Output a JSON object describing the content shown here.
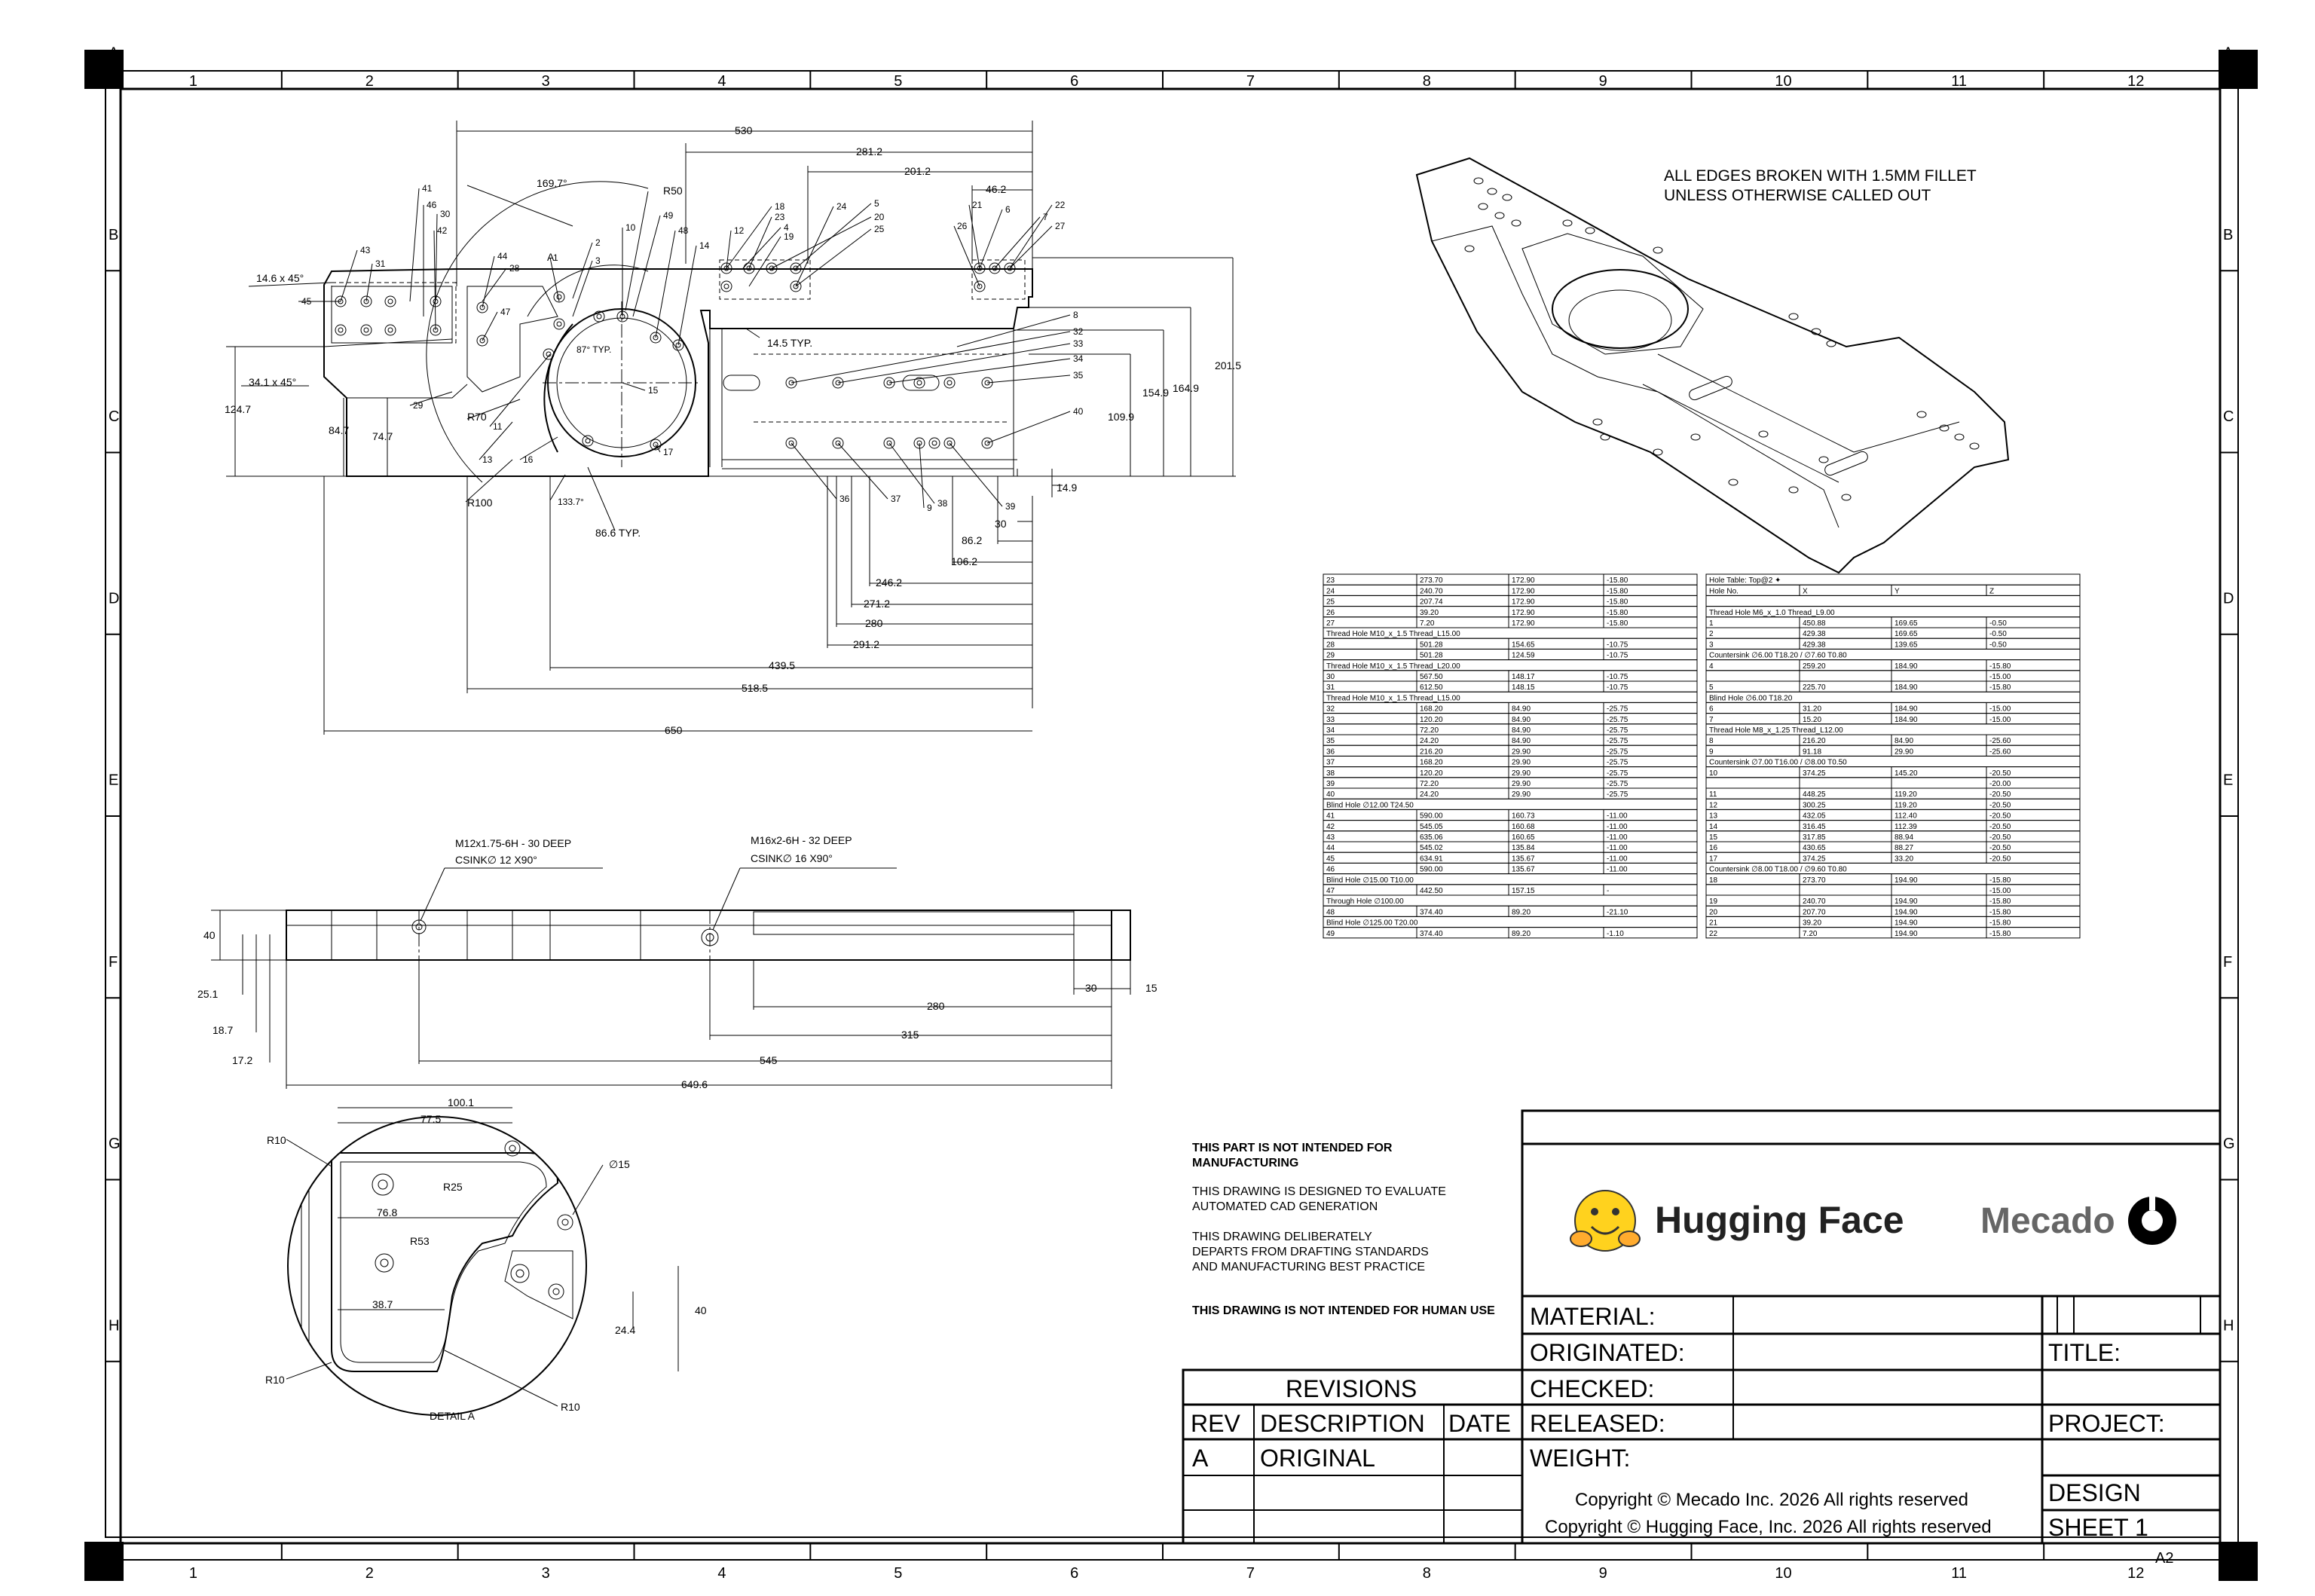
{
  "frame": {
    "col_labels": [
      "1",
      "2",
      "3",
      "4",
      "5",
      "6",
      "7",
      "8",
      "9",
      "10",
      "11",
      "12"
    ],
    "row_labels": [
      "A",
      "B",
      "C",
      "D",
      "E",
      "F",
      "G",
      "H"
    ]
  },
  "main_view": {
    "dims": {
      "d530": "530",
      "d281_2": "281.2",
      "d201_2": "201.2",
      "d46_2": "46.2",
      "d169_7": "169.7°",
      "dR50": "R50",
      "d14_6": "14.6  x  45°",
      "d34_1": "34.1  x  45°",
      "d124_7": "124.7",
      "d84_7": "84.7",
      "d74_7": "74.7",
      "dR70": "R70",
      "dR100": "R100",
      "d133_7": "133.7°",
      "d86_6": "86.6  TYP.",
      "d87": "87°  TYP.",
      "d14_5": "14.5  TYP.",
      "d109_9": "109.9",
      "d154_9": "154.9",
      "d164_9": "164.9",
      "d201_5": "201.5",
      "d14_9": "14.9",
      "d30": "30",
      "d86_2": "86.2",
      "d106_2": "106.2",
      "d246_2": "246.2",
      "d271_2": "271.2",
      "d280": "280",
      "d291_2": "291.2",
      "d439_5": "439.5",
      "d518_5": "518.5",
      "d650": "650",
      "secA": "A"
    },
    "balloons": {
      "b1": "1",
      "b2": "2",
      "b3": "3",
      "b4": "4",
      "b5": "5",
      "b6": "6",
      "b7": "7",
      "b8": "8",
      "b9": "9",
      "b10": "10",
      "b11": "11",
      "b12": "12",
      "b13": "13",
      "b14": "14",
      "b15": "15",
      "b16": "16",
      "b17": "17",
      "b18": "18",
      "b19": "19",
      "b20": "20",
      "b21": "21",
      "b22": "22",
      "b23": "23",
      "b24": "24",
      "b25": "25",
      "b26": "26",
      "b27": "27",
      "b28": "28",
      "b29": "29",
      "b30": "30",
      "b31": "31",
      "b32": "32",
      "b33": "33",
      "b34": "34",
      "b35": "35",
      "b36": "36",
      "b37": "37",
      "b38": "38",
      "b39": "39",
      "b40": "40",
      "b41": "41",
      "b42": "42",
      "b43": "43",
      "b44": "44",
      "b45": "45",
      "b46": "46",
      "b47": "47",
      "b48": "48",
      "b49": "49"
    }
  },
  "side_view": {
    "callout1_a": "M12x1.75-6H  - 30 DEEP",
    "callout1_b": "CSINK∅ 12 X90°",
    "callout2_a": "M16x2-6H  - 32 DEEP",
    "callout2_b": "CSINK∅ 16 X90°",
    "d40": "40",
    "d25_1": "25.1",
    "d18_7": "18.7",
    "d17_2": "17.2",
    "d280": "280",
    "d30": "30",
    "d15": "15",
    "d315": "315",
    "d545": "545",
    "d649_6": "649.6"
  },
  "detail": {
    "title": "DETAIL A",
    "d100_1": "100.1",
    "d77_5": "77.5",
    "dR10a": "R10",
    "dR25": "R25",
    "d015": "∅15",
    "d76_8": "76.8",
    "dR53": "R53",
    "d38_7": "38.7",
    "d24_4": "24.4",
    "d40": "40",
    "dR10b": "R10",
    "dR10c": "R10"
  },
  "iso_note": {
    "line1": "ALL EDGES BROKEN WITH 1.5MM FILLET",
    "line2": "UNLESS OTHERWISE CALLED OUT"
  },
  "hole_table_left": [
    [
      "23",
      "273.70",
      "172.90",
      "-15.80"
    ],
    [
      "24",
      "240.70",
      "172.90",
      "-15.80"
    ],
    [
      "25",
      "207.74",
      "172.90",
      "-15.80"
    ],
    [
      "26",
      "39.20",
      "172.90",
      "-15.80"
    ],
    [
      "27",
      "7.20",
      "172.90",
      "-15.80"
    ],
    [
      "Thread Hole M10_x_1.5 Thread_L15.00"
    ],
    [
      "28",
      "501.28",
      "154.65",
      "-10.75"
    ],
    [
      "29",
      "501.28",
      "124.59",
      "-10.75"
    ],
    [
      "Thread Hole M10_x_1.5 Thread_L20.00"
    ],
    [
      "30",
      "567.50",
      "148.17",
      "-10.75"
    ],
    [
      "31",
      "612.50",
      "148.15",
      "-10.75"
    ],
    [
      "Thread Hole M10_x_1.5 Thread_L15.00"
    ],
    [
      "32",
      "168.20",
      "84.90",
      "-25.75"
    ],
    [
      "33",
      "120.20",
      "84.90",
      "-25.75"
    ],
    [
      "34",
      "72.20",
      "84.90",
      "-25.75"
    ],
    [
      "35",
      "24.20",
      "84.90",
      "-25.75"
    ],
    [
      "36",
      "216.20",
      "29.90",
      "-25.75"
    ],
    [
      "37",
      "168.20",
      "29.90",
      "-25.75"
    ],
    [
      "38",
      "120.20",
      "29.90",
      "-25.75"
    ],
    [
      "39",
      "72.20",
      "29.90",
      "-25.75"
    ],
    [
      "40",
      "24.20",
      "29.90",
      "-25.75"
    ],
    [
      "Blind Hole ∅12.00 T24.50"
    ],
    [
      "41",
      "590.00",
      "160.73",
      "-11.00"
    ],
    [
      "42",
      "545.05",
      "160.68",
      "-11.00"
    ],
    [
      "43",
      "635.06",
      "160.65",
      "-11.00"
    ],
    [
      "44",
      "545.02",
      "135.84",
      "-11.00"
    ],
    [
      "45",
      "634.91",
      "135.67",
      "-11.00"
    ],
    [
      "46",
      "590.00",
      "135.67",
      "-11.00"
    ],
    [
      "Blind Hole ∅15.00 T10.00"
    ],
    [
      "47",
      "442.50",
      "157.15",
      "-"
    ],
    [
      "Through Hole ∅100.00"
    ],
    [
      "48",
      "374.40",
      "89.20",
      "-21.10"
    ],
    [
      "Blind Hole ∅125.00 T20.00"
    ],
    [
      "49",
      "374.40",
      "89.20",
      "-1.10"
    ]
  ],
  "hole_table_right_title": "Hole Table: Top@2 ✦",
  "hole_table_right_head": [
    "Hole No.",
    "X",
    "Y",
    "Z"
  ],
  "hole_table_right": [
    [
      "Thread Hole M6_x_1.0 Thread_L9.00"
    ],
    [
      "1",
      "450.88",
      "169.65",
      "-0.50"
    ],
    [
      "2",
      "429.38",
      "169.65",
      "-0.50"
    ],
    [
      "3",
      "429.38",
      "139.65",
      "-0.50"
    ],
    [
      "Countersink ∅6.00 T18.20 / ∅7.60 T0.80"
    ],
    [
      "4",
      "259.20",
      "184.90",
      "-15.80"
    ],
    [
      "",
      "",
      "",
      "-15.00"
    ],
    [
      "5",
      "225.70",
      "184.90",
      "-15.80"
    ],
    [
      "Blind Hole ∅6.00 T18.20"
    ],
    [
      "6",
      "31.20",
      "184.90",
      "-15.00"
    ],
    [
      "7",
      "15.20",
      "184.90",
      "-15.00"
    ],
    [
      "Thread Hole M8_x_1.25 Thread_L12.00"
    ],
    [
      "8",
      "216.20",
      "84.90",
      "-25.60"
    ],
    [
      "9",
      "91.18",
      "29.90",
      "-25.60"
    ],
    [
      "Countersink ∅7.00 T16.00 / ∅8.00 T0.50"
    ],
    [
      "10",
      "374.25",
      "145.20",
      "-20.50"
    ],
    [
      "",
      "",
      "",
      "-20.00"
    ],
    [
      "11",
      "448.25",
      "119.20",
      "-20.50"
    ],
    [
      "12",
      "300.25",
      "119.20",
      "-20.50"
    ],
    [
      "13",
      "432.05",
      "112.40",
      "-20.50"
    ],
    [
      "14",
      "316.45",
      "112.39",
      "-20.50"
    ],
    [
      "15",
      "317.85",
      "88.94",
      "-20.50"
    ],
    [
      "16",
      "430.65",
      "88.27",
      "-20.50"
    ],
    [
      "17",
      "374.25",
      "33.20",
      "-20.50"
    ],
    [
      "Countersink ∅8.00 T18.00 / ∅9.60 T0.80"
    ],
    [
      "18",
      "273.70",
      "194.90",
      "-15.80"
    ],
    [
      "",
      "",
      "",
      "-15.00"
    ],
    [
      "19",
      "240.70",
      "194.90",
      "-15.80"
    ],
    [
      "20",
      "207.70",
      "194.90",
      "-15.80"
    ],
    [
      "21",
      "39.20",
      "194.90",
      "-15.80"
    ],
    [
      "22",
      "7.20",
      "194.90",
      "-15.80"
    ]
  ],
  "notes": {
    "n1a": "THIS PART IS NOT INTENDED FOR",
    "n1b": "MANUFACTURING",
    "n2a": "THIS DRAWING IS DESIGNED TO EVALUATE",
    "n2b": "AUTOMATED CAD GENERATION",
    "n3a": "THIS DRAWING DELIBERATELY",
    "n3b": "DEPARTS FROM DRAFTING STANDARDS",
    "n3c": "AND MANUFACTURING BEST PRACTICE",
    "n4": "THIS DRAWING IS NOT INTENDED FOR HUMAN USE"
  },
  "title_block": {
    "brand1": "Hugging Face",
    "brand2": "Mecado",
    "material": "MATERIAL:",
    "originated": "ORIGINATED:",
    "checked": "CHECKED:",
    "released": "RELEASED:",
    "weight": "WEIGHT:",
    "title": "TITLE:",
    "project": "PROJECT:",
    "design": "DESIGN",
    "sheet": "SHEET 1",
    "size": "A2",
    "copy1": "Copyright © Mecado Inc. 2026 All rights reserved",
    "copy2": "Copyright © Hugging Face, Inc. 2026 All rights reserved",
    "revisions": "REVISIONS",
    "rev_head": [
      "REV",
      "DESCRIPTION",
      "DATE"
    ],
    "rev_row": [
      "A",
      "ORIGINAL",
      ""
    ]
  }
}
